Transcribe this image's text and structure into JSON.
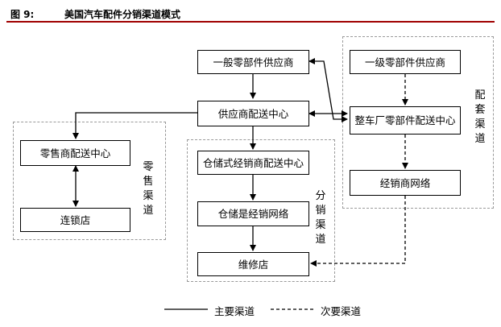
{
  "header": {
    "figure_number": "图 9:",
    "title": "美国汽车配件分销渠道模式"
  },
  "diagram": {
    "nodes": {
      "general_supplier": "一般零部件供应商",
      "tier1_supplier": "一级零部件供应商",
      "supplier_center": "供应商配送中心",
      "oem_parts_center": "整车厂零部件配送中心",
      "retail_center": "零售商配送中心",
      "warehouse_center": "仓储式经销商配送中心",
      "chain_store": "连锁店",
      "warehouse_network": "仓储是经销网络",
      "dealer_network": "经销商网络",
      "repair_shop": "维修店"
    },
    "groups": {
      "retail": "零售渠道",
      "distribution": "分销渠道",
      "oem": "配套渠道"
    },
    "legend": {
      "primary": "主要渠道",
      "secondary": "次要渠道"
    }
  }
}
